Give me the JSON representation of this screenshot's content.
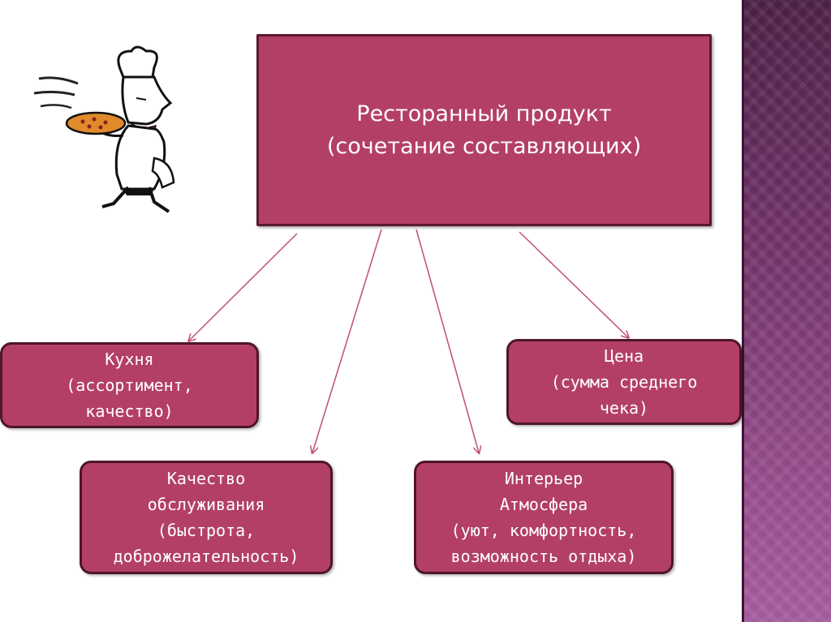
{
  "main": {
    "line1": "Ресторанный продукт",
    "line2": "(сочетание составляющих)"
  },
  "components": {
    "kitchen": [
      "Кухня",
      "(ассортимент,",
      "качество)"
    ],
    "price": [
      "Цена",
      "(сумма среднего",
      "чека)"
    ],
    "service": [
      "Качество",
      "обслуживания",
      "(быстрота,",
      "доброжелательность)"
    ],
    "interior": [
      "Интерьер",
      "Атмосфера",
      "(уют, комфортность,",
      "возможность отдыха)"
    ]
  },
  "colors": {
    "box_fill": "#b33f67",
    "box_border": "#5a1a2f",
    "arrow": "#c0506e",
    "band": "#6b2f63"
  },
  "icons": {
    "illustration": "chef-with-pizza-icon"
  }
}
